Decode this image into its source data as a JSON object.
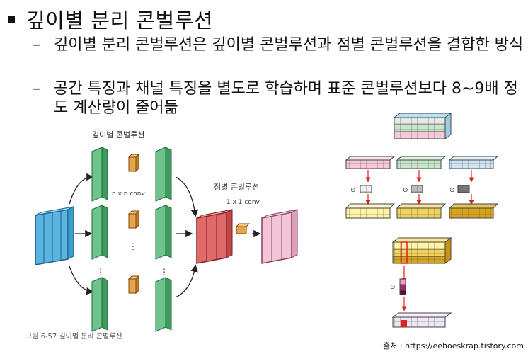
{
  "slide": {
    "heading": "깊이별 분리 콘벌루션",
    "points": [
      {
        "dash": "–",
        "text": "깊이별 분리 콘벌루션은 깊이별 콘벌루션과 점별 콘벌루션을 결합한 방식"
      },
      {
        "dash": "–",
        "text": "공간 특징과 채널 특징을 별도로 학습하며 표준 콘벌루션보다 8~9배 정도 계산량이 줄어듦"
      }
    ]
  },
  "figure_left": {
    "label_depthwise": "깊이별 콘벌루션",
    "label_nxn": "n x n conv",
    "label_pointwise": "점별 콘벌루션",
    "label_1x1": "1 x 1 conv",
    "caption": "그림 6-57 깊이별 분리 콘벌루션",
    "ellipsis": "⋮"
  },
  "figure_right": {
    "odot": "⊙"
  },
  "source": "출처 : https://eehoeskrap.tistory.com",
  "colors": {
    "input_blue": "#7cc8e8",
    "filter_green": "#4fb36e",
    "kernel_orange": "#e8a64a",
    "merge_red": "#e06a6a",
    "output_pink": "#f2c6d8"
  }
}
